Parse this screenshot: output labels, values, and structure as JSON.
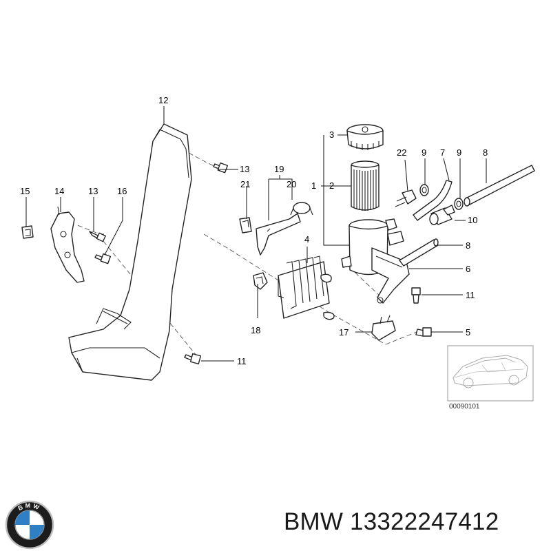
{
  "diagram": {
    "callouts": {
      "c1": "1",
      "c2": "2",
      "c3": "3",
      "c4": "4",
      "c5": "5",
      "c6": "6",
      "c7": "7",
      "c8a": "8",
      "c8b": "8",
      "c9a": "9",
      "c9b": "9",
      "c10": "10",
      "c11a": "11",
      "c11b": "11",
      "c12": "12",
      "c13a": "13",
      "c13b": "13",
      "c14": "14",
      "c15": "15",
      "c16": "16",
      "c17": "17",
      "c18": "18",
      "c19": "19",
      "c20": "20",
      "c21": "21",
      "c22": "22"
    },
    "reference_code": "00090101"
  },
  "brand": {
    "logo_text": "BMW",
    "caption": "BMW 13322247412"
  },
  "colors": {
    "logo_blue": "#2f7fc4",
    "logo_ring": "#1c1c1c",
    "line": "#222222"
  }
}
